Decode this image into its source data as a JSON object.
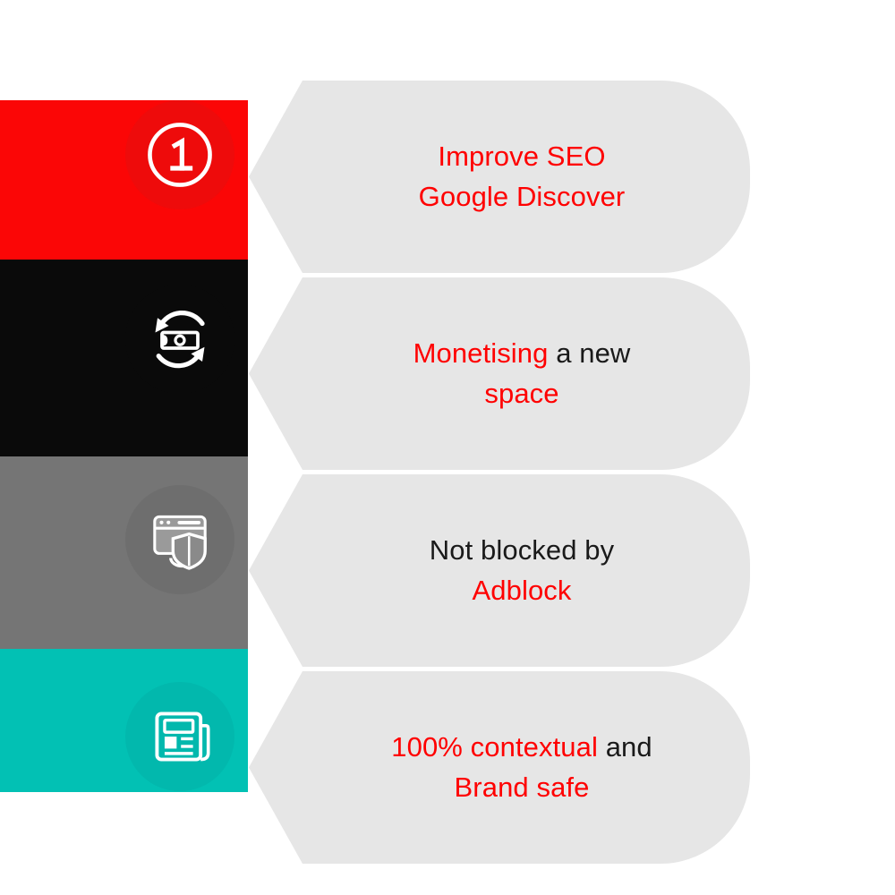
{
  "title": "Benefits banner infographic",
  "theme": {
    "banner_bg": "#E6E6E6",
    "highlight_color": "#FF0000",
    "plain_color": "#1a1a1a",
    "page_bg": "#FFFFFF"
  },
  "rows": [
    {
      "index": "1",
      "band_color": "#FB0606",
      "icon_name": "number-one-circle-icon",
      "icon_badge_color": "#EE0B0B",
      "lines": [
        {
          "segments": [
            {
              "text": "Improve SEO",
              "color": "red"
            }
          ]
        },
        {
          "segments": [
            {
              "text": "Google Discover",
              "color": "red"
            }
          ]
        }
      ],
      "plain_text": "Improve SEO Google Discover"
    },
    {
      "index": "2",
      "band_color": "#0A0A0A",
      "icon_name": "money-exchange-icon",
      "icon_badge_color": "#0A0A0A",
      "lines": [
        {
          "segments": [
            {
              "text": "Monetising",
              "color": "red"
            },
            {
              "text": " a new",
              "color": "black"
            }
          ]
        },
        {
          "segments": [
            {
              "text": "space",
              "color": "red"
            }
          ]
        }
      ],
      "plain_text": "Monetising a new space"
    },
    {
      "index": "3",
      "band_color": "#757575",
      "icon_name": "browser-shield-icon",
      "icon_badge_color": "#6E6E6E",
      "lines": [
        {
          "segments": [
            {
              "text": "Not blocked by",
              "color": "black"
            }
          ]
        },
        {
          "segments": [
            {
              "text": "Adblock",
              "color": "red"
            }
          ]
        }
      ],
      "plain_text": "Not blocked by Adblock"
    },
    {
      "index": "4",
      "band_color": "#02C1B4",
      "icon_name": "article-document-icon",
      "icon_badge_color": "#02B8AD",
      "lines": [
        {
          "segments": [
            {
              "text": "100% contextual",
              "color": "red"
            },
            {
              "text": " and",
              "color": "black"
            }
          ]
        },
        {
          "segments": [
            {
              "text": "Brand safe",
              "color": "red"
            }
          ]
        }
      ],
      "plain_text": "100% contextual and Brand safe"
    }
  ]
}
